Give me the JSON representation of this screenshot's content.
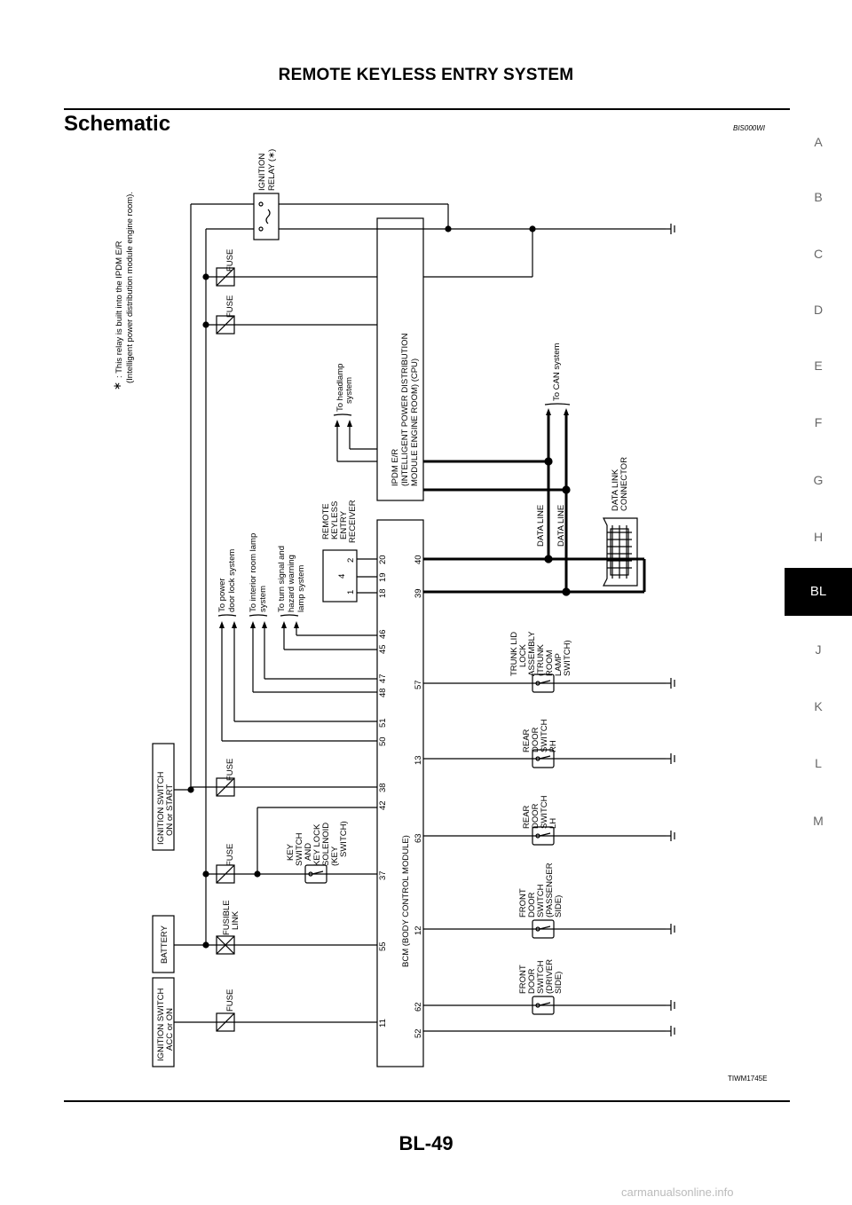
{
  "header": {
    "title": "REMOTE KEYLESS ENTRY SYSTEM"
  },
  "section": {
    "title": "Schematic",
    "ref_code": "BIS000WI"
  },
  "side_tabs": [
    "A",
    "B",
    "C",
    "D",
    "E",
    "F",
    "G",
    "H",
    "BL",
    "J",
    "K",
    "L",
    "M"
  ],
  "active_tab": "BL",
  "diagram": {
    "note_star": "∗",
    "note_line1": ": This relay is built into the IPDM E/R",
    "note_line2": "(Intelligent power distribution module engine room).",
    "ign_relay_1": "IGNITION",
    "ign_relay_2": "RELAY (∗)",
    "fuse": "FUSE",
    "fusible_1": "FUSIBLE",
    "fusible_2": "LINK",
    "ipdm_1": "IPDM E/R",
    "ipdm_2": "(INTELLIGENT POWER DISTRIBUTION",
    "ipdm_3": "MODULE ENGINE ROOM) (CPU)",
    "headlamp_1": "To headlamp",
    "headlamp_2": "system",
    "can": "To CAN system",
    "data_line": "DATA LINE",
    "dlc_1": "DATA LINK",
    "dlc_2": "CONNECTOR",
    "rke_1": "REMOTE",
    "rke_2": "KEYLESS",
    "rke_3": "ENTRY",
    "rke_4": "RECEIVER",
    "rke_pin_1": "1",
    "rke_pin_4": "4",
    "rke_pin_2": "2",
    "power_1": "To power",
    "power_2": "door lock system",
    "room_1": "To interior room lamp",
    "room_2": "system",
    "turn_1": "To turn signal and",
    "turn_2": "hazard warning",
    "turn_3": "lamp system",
    "bcm": "BCM (BODY CONTROL MODULE)",
    "key_sw": [
      "KEY",
      "SWITCH",
      "AND",
      "KEY LOCK",
      "SOLENOID",
      "(KEY",
      "SWITCH)"
    ],
    "ign_on_1": "IGNITION SWITCH",
    "ign_on_2": "ON or START",
    "battery": "BATTERY",
    "ign_acc_1": "IGNITION SWITCH",
    "ign_acc_2": "ACC or ON",
    "trunk": [
      "TRUNK LID",
      "LOCK",
      "ASSEMBLY",
      "(TRUNK",
      "ROOM",
      "LAMP",
      "SWITCH)"
    ],
    "rear_rh": [
      "REAR",
      "DOOR",
      "SWITCH",
      "RH"
    ],
    "rear_lh": [
      "REAR",
      "DOOR",
      "SWITCH",
      "LH"
    ],
    "front_pass": [
      "FRONT",
      "DOOR",
      "SWITCH",
      "(PASSENGER",
      "SIDE)"
    ],
    "front_drv": [
      "FRONT",
      "DOOR",
      "SWITCH",
      "(DRIVER",
      "SIDE)"
    ],
    "pins_top": [
      "11",
      "55",
      "37",
      "42",
      "38",
      "50",
      "51",
      "48",
      "47",
      "45",
      "46",
      "18",
      "19",
      "20"
    ],
    "pins_bottom": [
      "52",
      "62",
      "12",
      "63",
      "13",
      "57",
      "39",
      "40"
    ],
    "image_id": "TIWM1745E"
  },
  "footer": {
    "page": "BL-49",
    "site": "carmanualsonline.info"
  }
}
